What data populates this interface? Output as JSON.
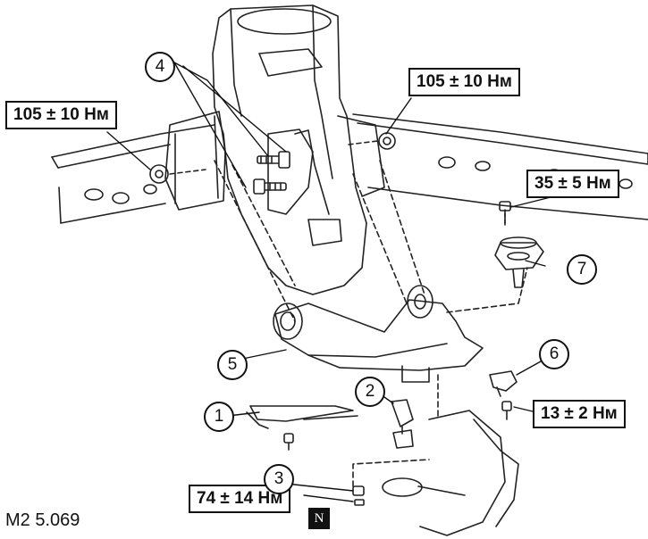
{
  "torques": {
    "upper_left": "105 ± 10 Нм",
    "upper_right": "105 ± 10 Нм",
    "ball_joint": "35 ± 5 Нм",
    "bracket": "13 ± 2 Нм",
    "lower": "74 ± 14 Нм"
  },
  "callouts": {
    "c1": "1",
    "c2": "2",
    "c3": "3",
    "c4": "4",
    "c5": "5",
    "c6": "6",
    "c7": "7"
  },
  "figure_code": "M2 5.069",
  "north_mark": "N"
}
